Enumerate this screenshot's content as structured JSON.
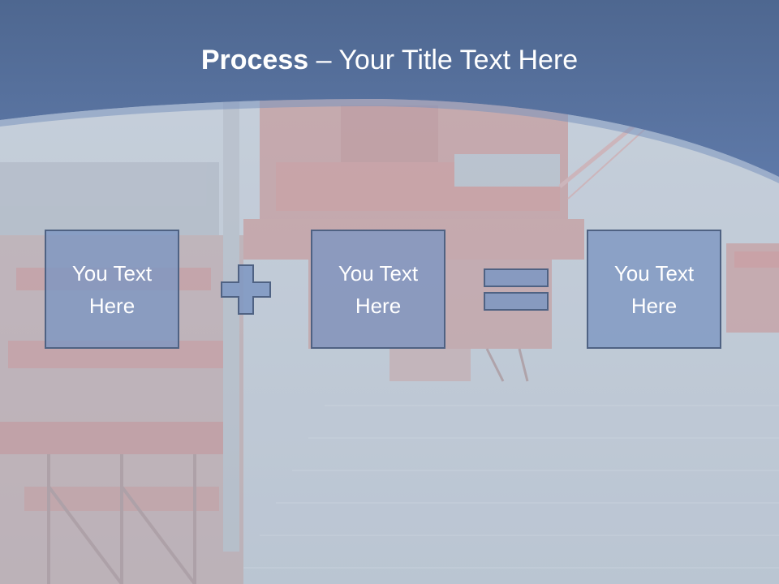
{
  "title": {
    "bold": "Process",
    "rest": " – Your Title Text Here"
  },
  "process": {
    "boxes": [
      "You Text Here",
      "You Text Here",
      "You Text Here"
    ],
    "operators": [
      "plus-icon",
      "equals-icon"
    ]
  },
  "colors": {
    "header_band": "#5a75a3",
    "box_fill": "#7d96c2",
    "box_border": "#4f6283",
    "text": "#ffffff"
  }
}
